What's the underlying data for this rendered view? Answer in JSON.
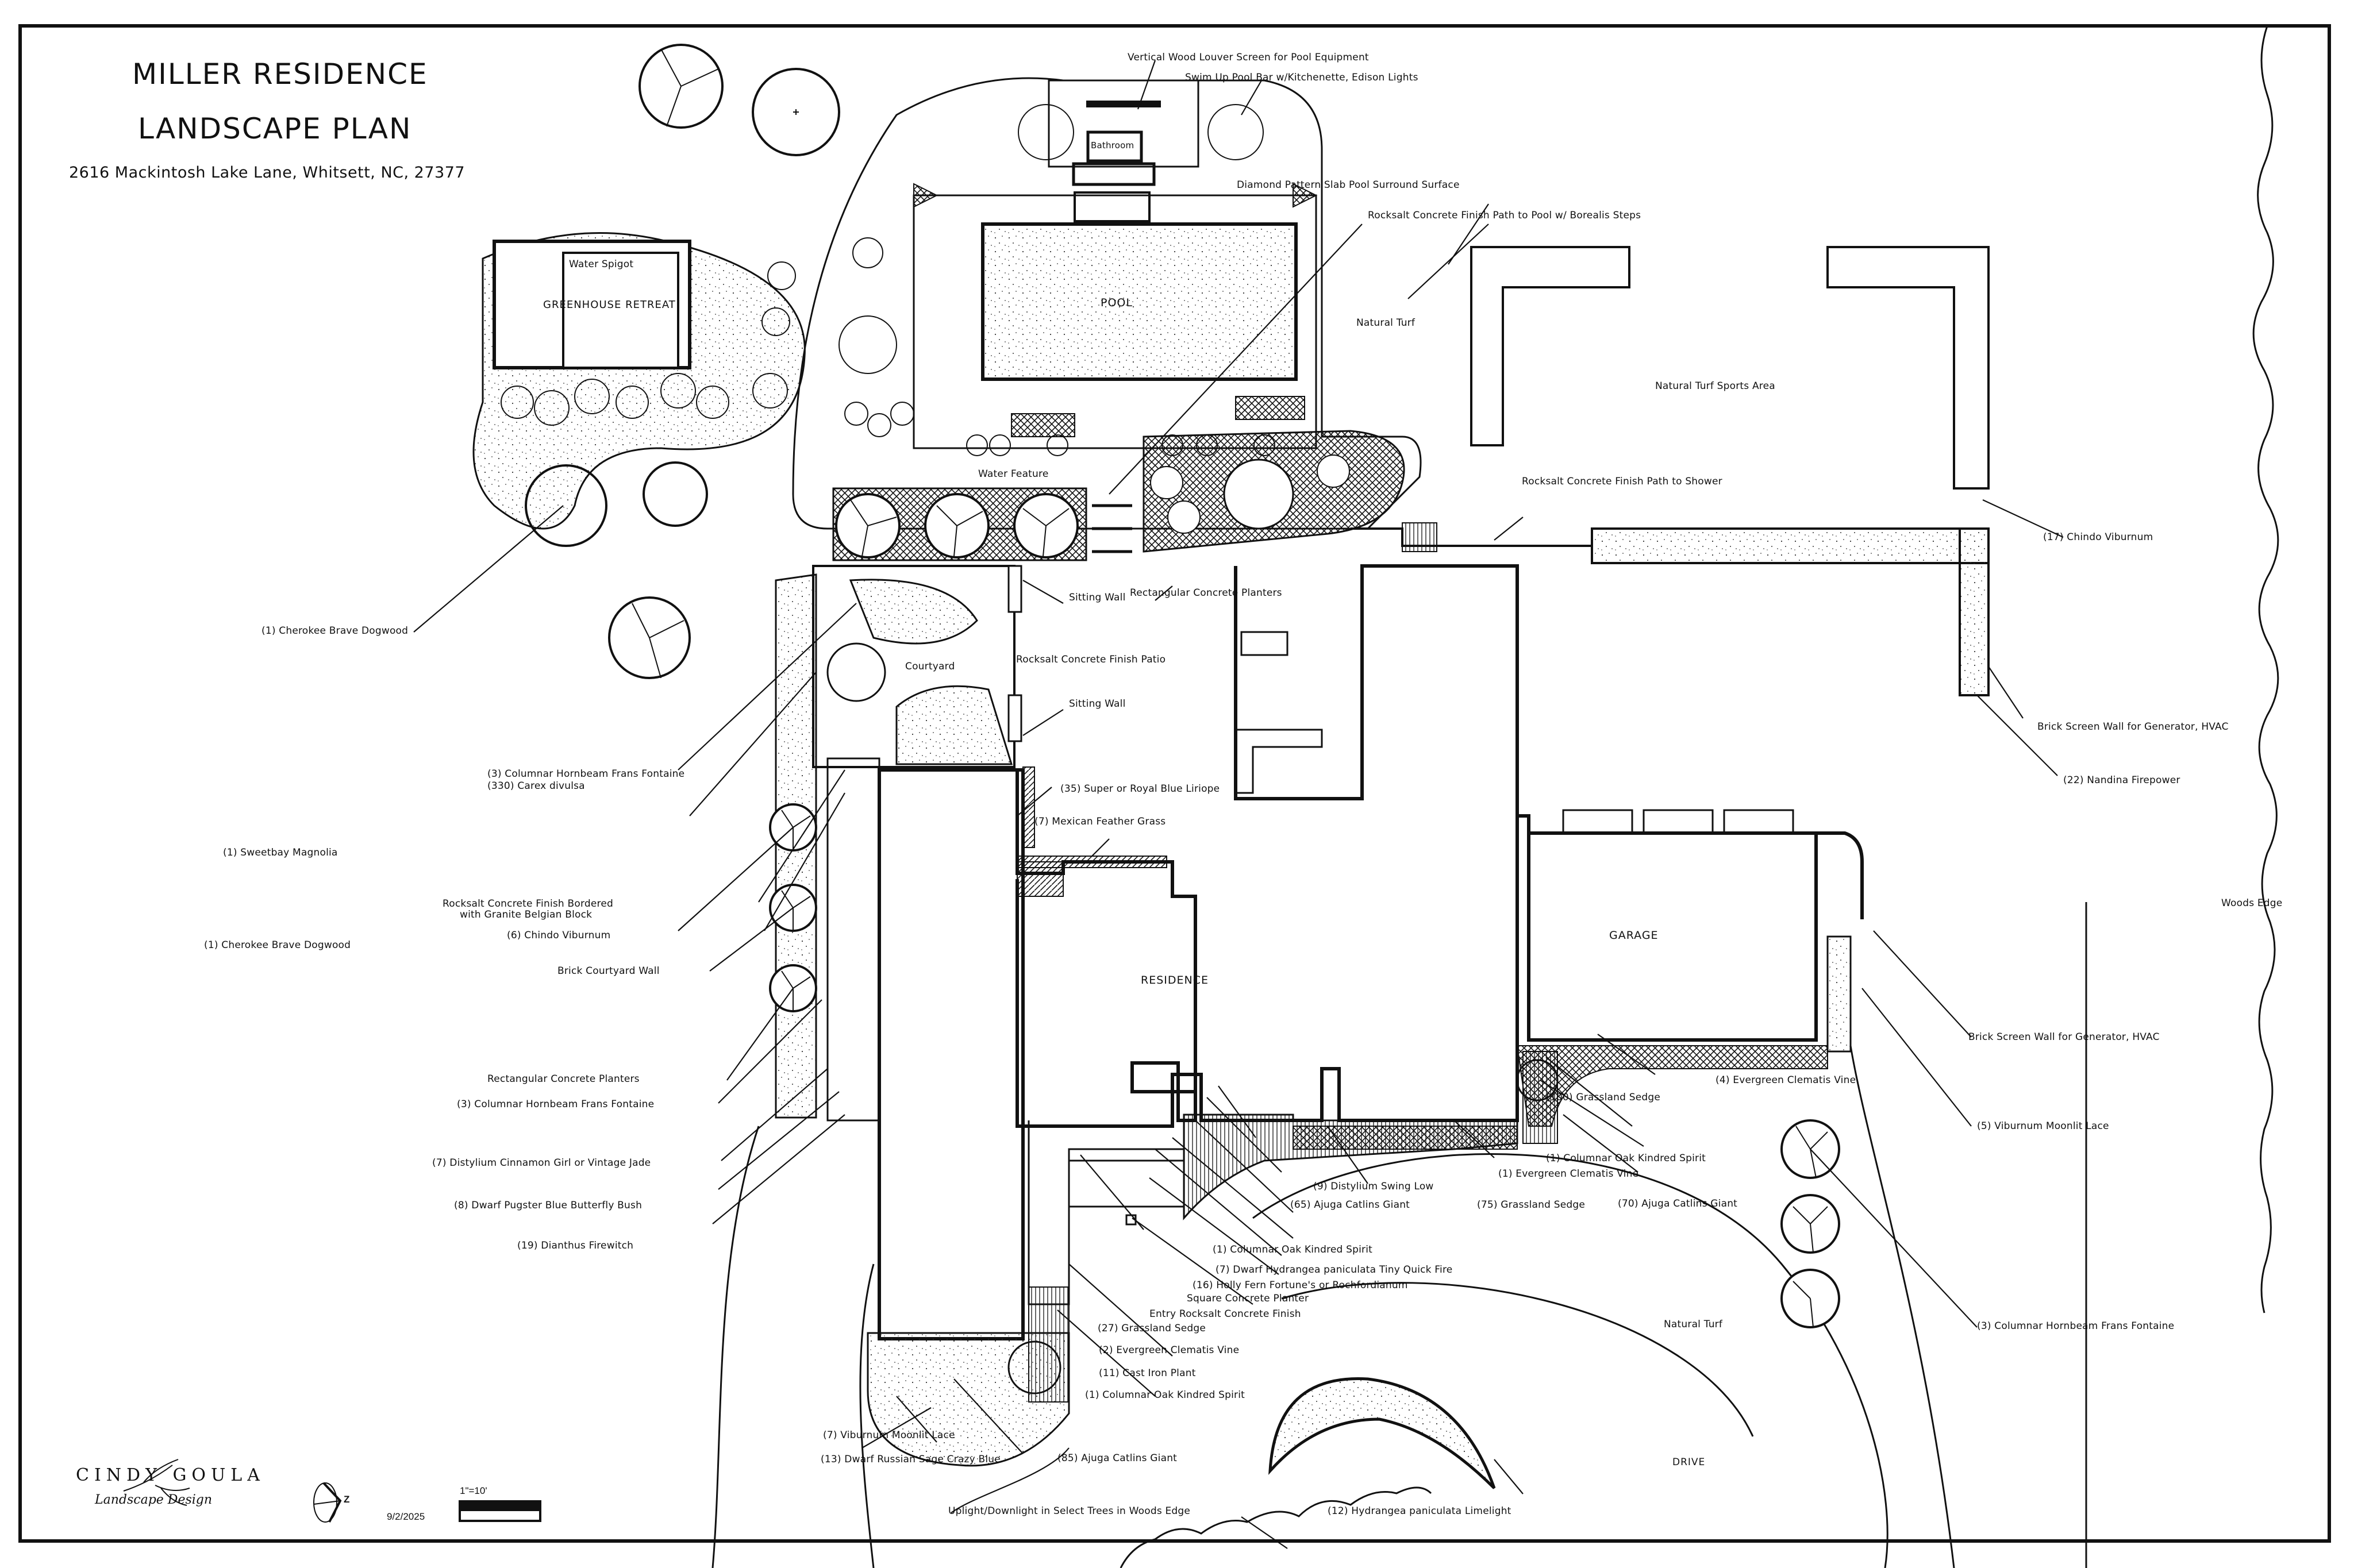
{
  "header": {
    "title_line1": "MILLER RESIDENCE",
    "title_line2": "LANDSCAPE PLAN",
    "address": "2616 Mackintosh Lake Lane, Whitsett, NC, 27377"
  },
  "areas": {
    "greenhouse": "GREENHOUSE RETREAT",
    "water_spigot": "Water Spigot",
    "pool": "POOL",
    "bathroom": "Bathroom",
    "courtyard": "Courtyard",
    "residence": "RESIDENCE",
    "garage": "GARAGE",
    "drive": "DRIVE",
    "natural_turf_1": "Natural Turf",
    "natural_turf_2": "Natural Turf",
    "sports_area": "Natural Turf Sports Area",
    "woods_edge": "Woods Edge"
  },
  "callouts": {
    "louver": "Vertical Wood Louver Screen for Pool Equipment",
    "pool_bar": "Swim Up Pool Bar w/Kitchenette, Edison Lights",
    "diamond": "Diamond Pattern Slab Pool Surround Surface",
    "path_pool": "Rocksalt Concrete Finish Path to Pool w/ Borealis Steps",
    "path_shower": "Rocksalt Concrete Finish Path to Shower",
    "water_feature": "Water Feature",
    "sitting_wall_1": "Sitting Wall",
    "sitting_wall_2": "Sitting Wall",
    "rect_planters_top": "Rectangular Concrete Planters",
    "patio": "Rocksalt Concrete Finish Patio",
    "liriope": "(35) Super or Royal Blue Liriope",
    "feather_grass": "(7) Mexican Feather Grass",
    "chindo_17": "(17) Chindo Viburnum",
    "brick_screen_1": "Brick Screen Wall for Generator, HVAC",
    "nandina": "(22) Nandina Firepower",
    "brick_screen_2": "Brick Screen Wall for Generator, HVAC",
    "dogwood_1": "(1) Cherokee Brave Dogwood",
    "hornbeam_3a": "(3) Columnar Hornbeam Frans Fontaine",
    "carex": "(330) Carex divulsa",
    "magnolia": "(1) Sweetbay Magnolia",
    "rocksalt_bordered_1": "Rocksalt Concrete Finish Bordered",
    "rocksalt_bordered_2": "with Granite Belgian Block",
    "dogwood_2": "(1) Cherokee Brave Dogwood",
    "chindo_6": "(6) Chindo Viburnum",
    "brick_courtyard": "Brick Courtyard Wall",
    "rect_planters_left": "Rectangular Concrete Planters",
    "hornbeam_3b": "(3) Columnar Hornbeam Frans Fontaine",
    "distylium_7": "(7) Distylium Cinnamon Girl or Vintage Jade",
    "butterfly_bush": "(8) Dwarf Pugster Blue Butterfly Bush",
    "dianthus": "(19) Dianthus Firewitch",
    "clematis_4": "(4) Evergreen Clematis Vine",
    "sedge_100": "(100) Grassland Sedge",
    "viburnum_5": "(5) Viburnum Moonlit Lace",
    "oak_1a": "(1) Columnar Oak Kindred Spirit",
    "clematis_1": "(1) Evergreen Clematis Vine",
    "distylium_9": "(9) Distylium Swing Low",
    "ajuga_65": "(65) Ajuga Catlins Giant",
    "sedge_75": "(75) Grassland Sedge",
    "ajuga_70": "(70) Ajuga Catlins Giant",
    "oak_1b": "(1) Columnar Oak Kindred Spirit",
    "hydrangea_7": "(7) Dwarf Hydrangea paniculata Tiny  Quick Fire",
    "holly_fern": "(16) Holly Fern Fortune's or Rochfordianum",
    "square_planter": "Square Concrete Planter",
    "entry": "Entry Rocksalt Concrete Finish",
    "sedge_27": "(27) Grassland Sedge",
    "clematis_2": "(2) Evergreen Clematis Vine",
    "cast_iron": "(11) Cast Iron Plant",
    "viburnum_7": "(7) Viburnum Moonlit Lace",
    "oak_1c": "(1) Columnar Oak Kindred Spirit",
    "russian_sage": "(13) Dwarf Russian Sage Crazy Blue",
    "ajuga_85": "(85) Ajuga Catlins Giant",
    "hornbeam_3c": "(3) Columnar Hornbeam Frans Fontaine",
    "uplight": "Uplight/Downlight in Select Trees in Woods Edge",
    "hydrangea_12": "(12) Hydrangea paniculata Limelight"
  },
  "titleblock": {
    "designer": "CINDY GOULA",
    "designer_sub": "Landscape Design",
    "north_label": "Z",
    "date": "9/2/2025",
    "scale": "1\"=10'"
  }
}
